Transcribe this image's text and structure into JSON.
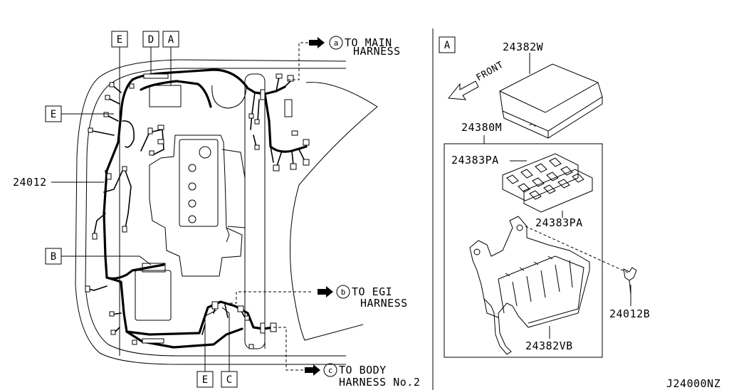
{
  "left_view": {
    "callouts": {
      "e_top": "E",
      "d_top": "D",
      "a_top": "A",
      "e_left": "E",
      "b_left": "B",
      "e_bottom": "E",
      "c_bottom": "C"
    },
    "part_main": "24012",
    "to_main": {
      "circle": "a",
      "line1": "TO MAIN",
      "line2": "HARNESS"
    },
    "to_egi": {
      "circle": "b",
      "line1": "TO EGI",
      "line2": "HARNESS"
    },
    "to_body": {
      "circle": "c",
      "line1": "TO BODY",
      "line2": "HARNESS No.2"
    }
  },
  "detail_view": {
    "label": "A",
    "parts": {
      "cover": "24382W",
      "front": "FRONT",
      "assembly": "24380M",
      "relay_block_1": "24383PA",
      "relay_block_2": "24383PA",
      "bolt": "24012B",
      "bracket_box": "24382VB"
    }
  },
  "diagram_code": "J24000NZ"
}
